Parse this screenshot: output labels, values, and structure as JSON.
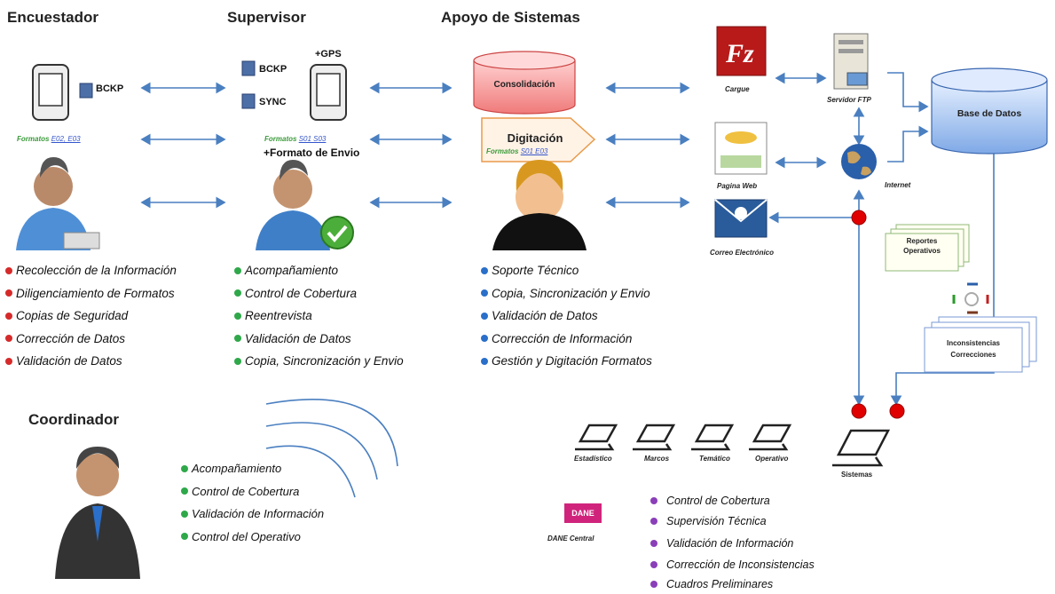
{
  "roles": {
    "encuestador": "Encuestador",
    "supervisor": "Supervisor",
    "apoyo": "Apoyo de Sistemas",
    "coordinador": "Coordinador"
  },
  "encuestador": {
    "bckp": "BCKP",
    "formatos_label": "Formatos",
    "formatos_codes": "E02, E03",
    "tasks": [
      "Recolección de la Información",
      "Diligenciamiento de  Formatos",
      "Copias de Seguridad",
      "Corrección de Datos",
      "Validación de Datos"
    ]
  },
  "supervisor": {
    "gps": "+GPS",
    "bckp": "BCKP",
    "sync": "SYNC",
    "formatos_label": "Formatos",
    "formatos_codes": "S01 S03",
    "formato_envio": "+Formato de Envio",
    "tasks": [
      "Acompañamiento",
      "Control de Cobertura",
      "Reentrevista",
      "Validación de Datos",
      "Copia, Sincronización y Envio"
    ]
  },
  "apoyo": {
    "consolidacion": "Consolidación",
    "digitacion": "Digitación",
    "formatos_label": "Formatos",
    "formatos_codes": "S01 E03",
    "tasks": [
      "Soporte Técnico",
      "Copia, Sincronización y Envio",
      "Validación de Datos",
      "Corrección de Información",
      "Gestión y Digitación Formatos"
    ]
  },
  "infra": {
    "cargue": "Cargue",
    "servidor_ftp": "Servidor FTP",
    "base_datos": "Base de Datos",
    "pagina_web": "Pagina Web",
    "internet": "Internet",
    "correo": "Correo Electrónico",
    "reportes": [
      "Reportes",
      "Operativos"
    ],
    "inconsistencias": [
      "Inconsistencias",
      "Correcciones"
    ]
  },
  "coordinador": {
    "tasks": [
      "Acompañamiento",
      "Control de Cobertura",
      "Validación de Información",
      "Control del Operativo"
    ]
  },
  "dane": {
    "logo": "DANE",
    "label": "DANE Central",
    "laptops": [
      "Estadístico",
      "Marcos",
      "Temático",
      "Operativo"
    ],
    "sistemas": "Sistemas",
    "tasks": [
      "Control de Cobertura",
      "Supervisión Técnica",
      "Validación de Información",
      "Corrección de Inconsistencias",
      "Cuadros Preliminares"
    ]
  },
  "colors": {
    "encuestador_dot": "#d62a2a",
    "supervisor_dot": "#2fa84a",
    "apoyo_dot": "#2a6fc9",
    "dane_dot": "#8a3fb8",
    "arrow": "#4a7fc0",
    "node_red": "#e00000"
  }
}
